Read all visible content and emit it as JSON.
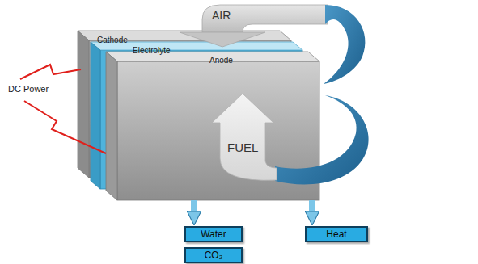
{
  "diagram": {
    "nodes": [
      {
        "text": [
          "Cathode"
        ]
      },
      {
        "text": [
          "Electrolyte"
        ]
      },
      {
        "text": [
          "Anode"
        ]
      },
      {
        "text": [
          "Water"
        ]
      },
      {
        "text": [
          "Heat"
        ]
      },
      {
        "text": [
          "CO₂"
        ]
      }
    ],
    "edges": [
      {
        "from": 2,
        "to": 3,
        "arrow": "to"
      },
      {
        "from": 2,
        "to": 4,
        "arrow": "to"
      }
    ],
    "labels": [
      "AIR",
      "DC Power",
      "FUEL"
    ]
  }
}
